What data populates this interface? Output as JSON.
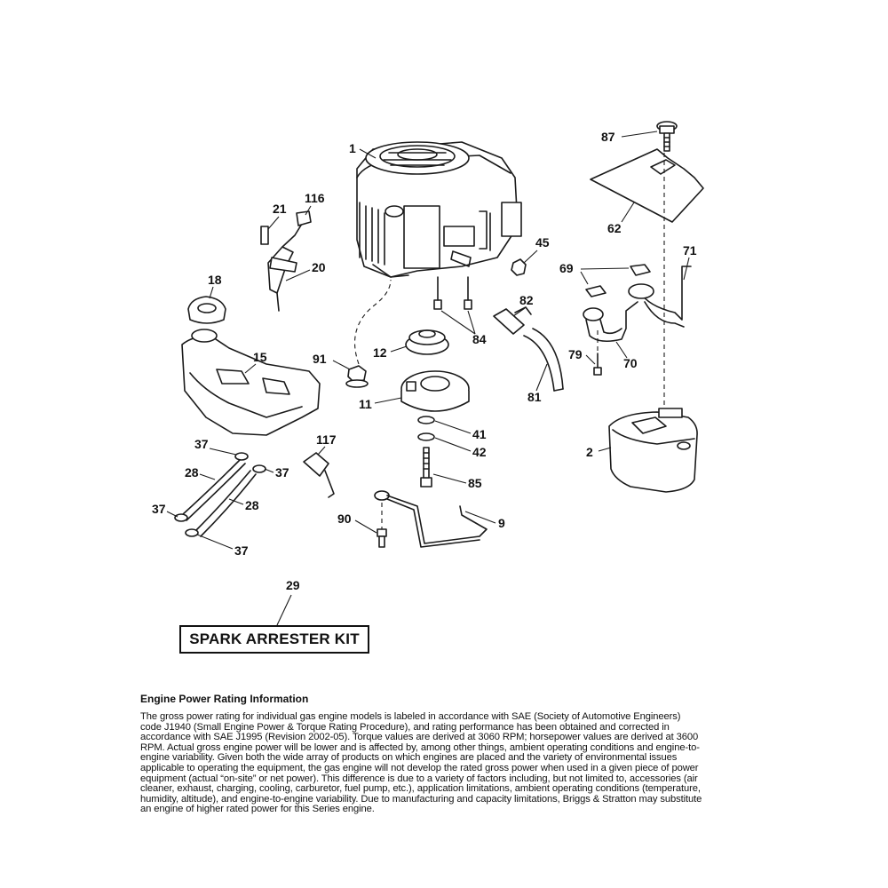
{
  "callouts": {
    "c1": "1",
    "c87": "87",
    "c62": "62",
    "c21": "21",
    "c116": "116",
    "c45": "45",
    "c71": "71",
    "c69": "69",
    "c20": "20",
    "c18": "18",
    "c82": "82",
    "c84": "84",
    "c12": "12",
    "c91": "91",
    "c15": "15",
    "c79": "79",
    "c70": "70",
    "c81": "81",
    "c11": "11",
    "c41": "41",
    "c42": "42",
    "c2": "2",
    "c37a": "37",
    "c117": "117",
    "c28a": "28",
    "c37b": "37",
    "c85": "85",
    "c28b": "28",
    "c37c": "37",
    "c90": "90",
    "c9": "9",
    "c37d": "37",
    "c29": "29"
  },
  "kit_label": "SPARK ARRESTER KIT",
  "info": {
    "title": "Engine Power Rating Information",
    "body": "The gross power rating for individual gas engine models is labeled in accordance with SAE (Society of Automotive Engineers) code J1940 (Small Engine Power & Torque Rating Procedure), and rating performance has been obtained and corrected in accordance with SAE J1995 (Revision 2002-05). Torque values are derived at 3060 RPM; horsepower values are derived at 3600 RPM. Actual gross engine power will be lower and is affected by, among other things, ambient operating conditions and engine-to-engine variability. Given both the wide array of products on which engines are placed and the variety of environmental issues applicable to operating the equipment, the gas engine will not develop the rated gross power when used in a given piece of power equipment (actual “on-site” or net power). This difference is due to a variety of factors including, but not limited to, accessories (air cleaner, exhaust, charging, cooling, carburetor, fuel pump, etc.), application limitations, ambient operating conditions (temperature, humidity, altitude), and engine-to-engine variability. Due to manufacturing and capacity limitations, Briggs & Stratton may substitute an engine of higher rated power for this Series engine."
  }
}
